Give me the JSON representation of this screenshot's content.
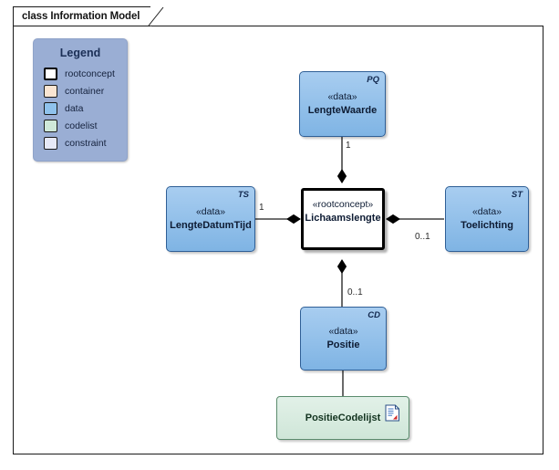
{
  "diagram": {
    "title": "class Information Model",
    "type": "uml-class-diagram"
  },
  "legend": {
    "title": "Legend",
    "items": [
      {
        "label": "rootconcept",
        "color": "#ffffff",
        "border": "#000000"
      },
      {
        "label": "container",
        "color": "#fae5d2",
        "border": "#1a1a1a"
      },
      {
        "label": "data",
        "color": "#8fc2ec",
        "border": "#1a1a1a"
      },
      {
        "label": "codelist",
        "color": "#cfe8d9",
        "border": "#1a1a1a"
      },
      {
        "label": "constraint",
        "color": "#e6e9f7",
        "border": "#1a1a1a"
      }
    ]
  },
  "nodes": {
    "root": {
      "stereotype": "«rootconcept»",
      "name": "Lichaamslengte",
      "tag": ""
    },
    "lengtewaarde": {
      "stereotype": "«data»",
      "name": "LengteWaarde",
      "tag": "PQ"
    },
    "lengtedatumtijd": {
      "stereotype": "«data»",
      "name": "LengteDatumTijd",
      "tag": "TS"
    },
    "toelichting": {
      "stereotype": "«data»",
      "name": "Toelichting",
      "tag": "ST"
    },
    "positie": {
      "stereotype": "«data»",
      "name": "Positie",
      "tag": "CD"
    },
    "positiecodelijst": {
      "name": "PositieCodelijst",
      "icon": "document-icon"
    }
  },
  "connectors": [
    {
      "from": "lengtewaarde",
      "to": "root",
      "multiplicity": "1",
      "kind": "composition"
    },
    {
      "from": "lengtedatumtijd",
      "to": "root",
      "multiplicity": "1",
      "kind": "composition"
    },
    {
      "from": "toelichting",
      "to": "root",
      "multiplicity": "0..1",
      "kind": "composition"
    },
    {
      "from": "positie",
      "to": "root",
      "multiplicity": "0..1",
      "kind": "composition"
    },
    {
      "from": "positiecodelijst",
      "to": "positie",
      "multiplicity": "",
      "kind": "association"
    }
  ]
}
